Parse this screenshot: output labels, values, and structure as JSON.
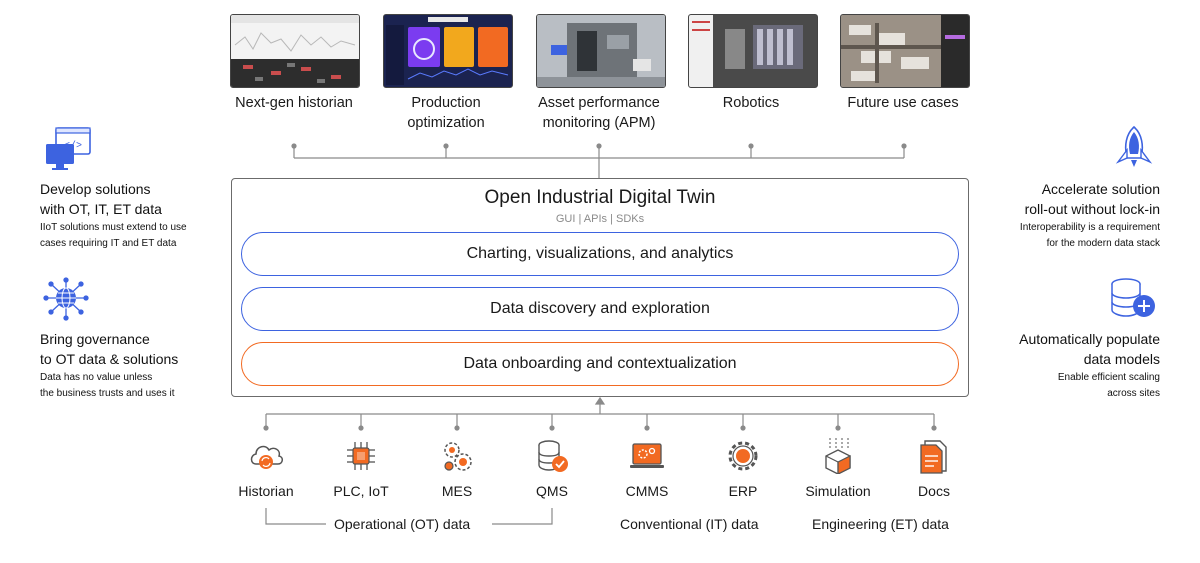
{
  "use_cases": [
    {
      "label": "Next-gen historian",
      "icon": "historian-dashboard-screenshot"
    },
    {
      "label": "Production optimization",
      "icon": "production-dashboard-screenshot"
    },
    {
      "label": "Asset performance monitoring (APM)",
      "icon": "apm-3d-model-screenshot"
    },
    {
      "label": "Robotics",
      "icon": "robotics-pointcloud-screenshot"
    },
    {
      "label": "Future use cases",
      "icon": "future-aerial-screenshot"
    }
  ],
  "twin": {
    "title": "Open Industrial Digital Twin",
    "subtitle": "GUI | APIs | SDKs",
    "layers": [
      {
        "label": "Charting, visualizations, and analytics",
        "color": "#3d63e0"
      },
      {
        "label": "Data discovery and exploration",
        "color": "#3d63e0"
      },
      {
        "label": "Data onboarding and contextualization",
        "color": "#f26a22"
      }
    ]
  },
  "left": [
    {
      "title_1": "Develop solutions",
      "title_2": "with OT, IT, ET data",
      "desc_1": "IIoT solutions must extend to use",
      "desc_2": "cases requiring IT and ET data",
      "icon": "code-monitor-icon"
    },
    {
      "title_1": "Bring governance",
      "title_2": "to OT data & solutions",
      "desc_1": "Data has no value unless",
      "desc_2": "the business trusts and uses it",
      "icon": "globe-network-icon"
    }
  ],
  "right": [
    {
      "title_1": "Accelerate solution",
      "title_2": "roll-out without lock-in",
      "desc_1": "Interoperability is a requirement",
      "desc_2": "for the modern data stack",
      "icon": "rocket-icon"
    },
    {
      "title_1": "Automatically populate",
      "title_2": "data models",
      "desc_1": "Enable efficient scaling",
      "desc_2": "across sites",
      "icon": "database-add-icon"
    }
  ],
  "sources": [
    {
      "label": "Historian",
      "icon": "cloud-sync-icon"
    },
    {
      "label": "PLC, IoT",
      "icon": "chip-icon"
    },
    {
      "label": "MES",
      "icon": "gears-icon"
    },
    {
      "label": "QMS",
      "icon": "database-check-icon"
    },
    {
      "label": "CMMS",
      "icon": "laptop-gear-icon"
    },
    {
      "label": "ERP",
      "icon": "gear-icon"
    },
    {
      "label": "Simulation",
      "icon": "cube-icon"
    },
    {
      "label": "Docs",
      "icon": "document-icon"
    }
  ],
  "groups": {
    "ot": "Operational (OT) data",
    "it": "Conventional (IT) data",
    "et": "Engineering (ET) data"
  },
  "colors": {
    "blue": "#3d63e0",
    "orange": "#f26a22",
    "border": "#6b6b6b",
    "connector": "#8a8a8a"
  }
}
